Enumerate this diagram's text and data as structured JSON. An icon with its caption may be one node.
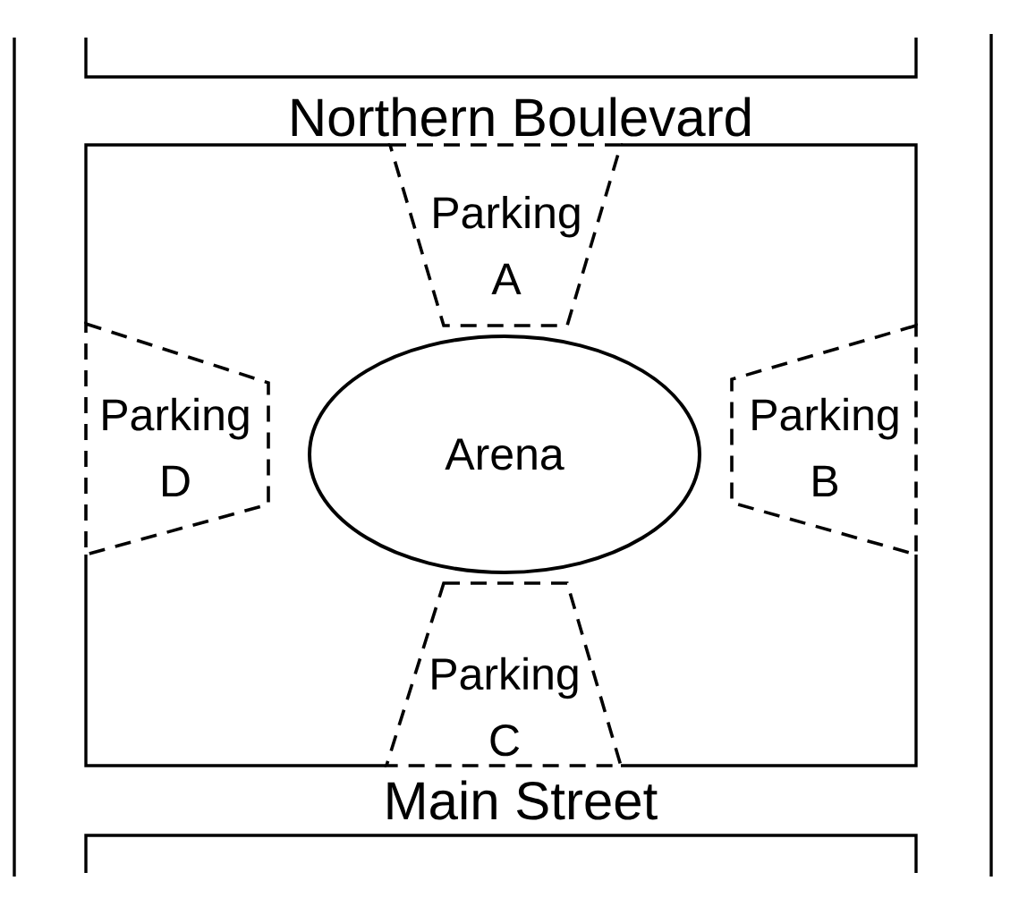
{
  "diagram": {
    "nodes": [
      {
        "text": [
          "Parking A"
        ]
      },
      {
        "text": [
          "Parking D"
        ]
      },
      {
        "text": [
          "Arena"
        ]
      },
      {
        "text": [
          "Parking B"
        ]
      },
      {
        "text": [
          "Parking C"
        ]
      }
    ],
    "labels": [
      "Northern Boulevard",
      "Main Street"
    ]
  }
}
